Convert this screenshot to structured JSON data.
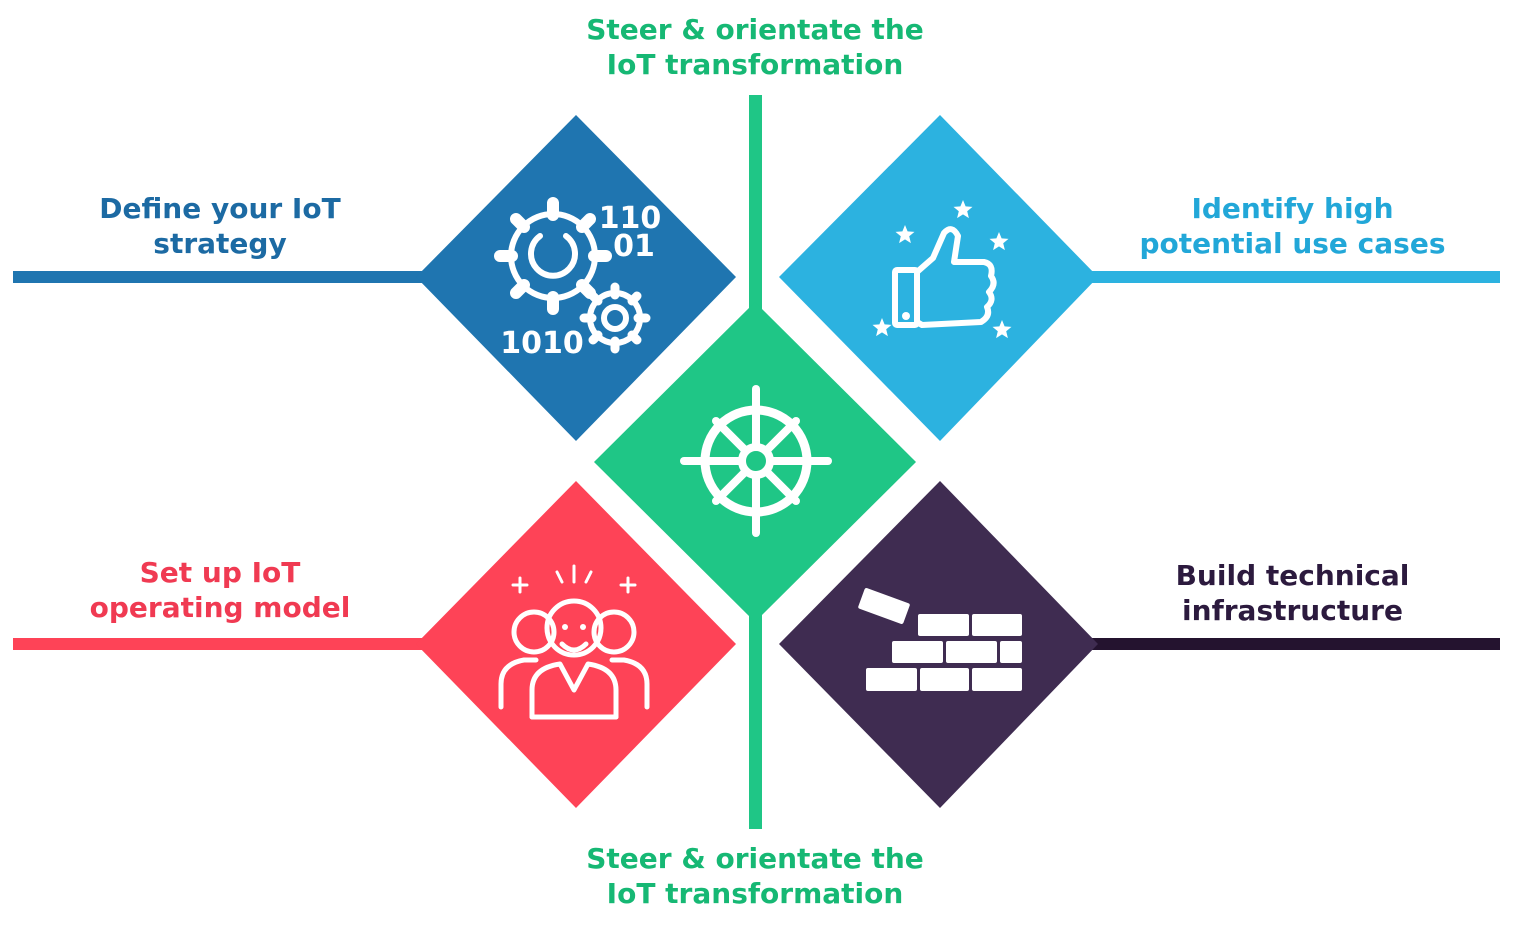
{
  "colors": {
    "strategy": "#1f75b0",
    "strategy_text": "#1c6aa3",
    "usecases": "#2cb2e0",
    "usecases_text": "#22a7d8",
    "steer": "#1fc686",
    "steer_text": "#16b874",
    "operating": "#fe4357",
    "operating_text": "#f03a52",
    "infra": "#3f2c51",
    "infra_text": "#2c1a3e",
    "infra_line": "#24132f",
    "icon": "#ffffff"
  },
  "labels": {
    "steer_top": {
      "line1": "Steer & orientate the",
      "line2": "IoT transformation"
    },
    "steer_bottom": {
      "line1": "Steer & orientate the",
      "line2": "IoT transformation"
    },
    "strategy": {
      "line1": "Define your IoT",
      "line2": "strategy"
    },
    "usecases": {
      "line1": "Identify high",
      "line2": "potential use cases"
    },
    "operating": {
      "line1": "Set up IoT",
      "line2": "operating model"
    },
    "infra": {
      "line1": "Build technical",
      "line2": "infrastructure"
    }
  },
  "icons": {
    "strategy": "gears-binary-icon",
    "usecases": "thumbs-up-stars-icon",
    "steer": "ship-wheel-icon",
    "operating": "team-people-icon",
    "infra": "brick-wall-icon"
  },
  "binary_text": {
    "row1": "110",
    "row2": "01",
    "row3": "1010"
  }
}
